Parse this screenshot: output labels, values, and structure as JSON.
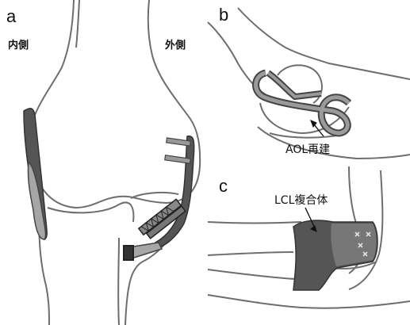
{
  "panels": {
    "a": {
      "letter": "a",
      "medial_label": "内側",
      "lateral_label": "外側"
    },
    "b": {
      "letter": "b",
      "annotation": "AOL再建"
    },
    "c": {
      "letter": "c",
      "annotation": "LCL複合体"
    }
  },
  "colors": {
    "outline": "#6e6e6e",
    "graft_dark": "#555555",
    "graft_light": "#a6a6a6",
    "band_mid": "#8a8a8a",
    "background": "#ffffff"
  }
}
